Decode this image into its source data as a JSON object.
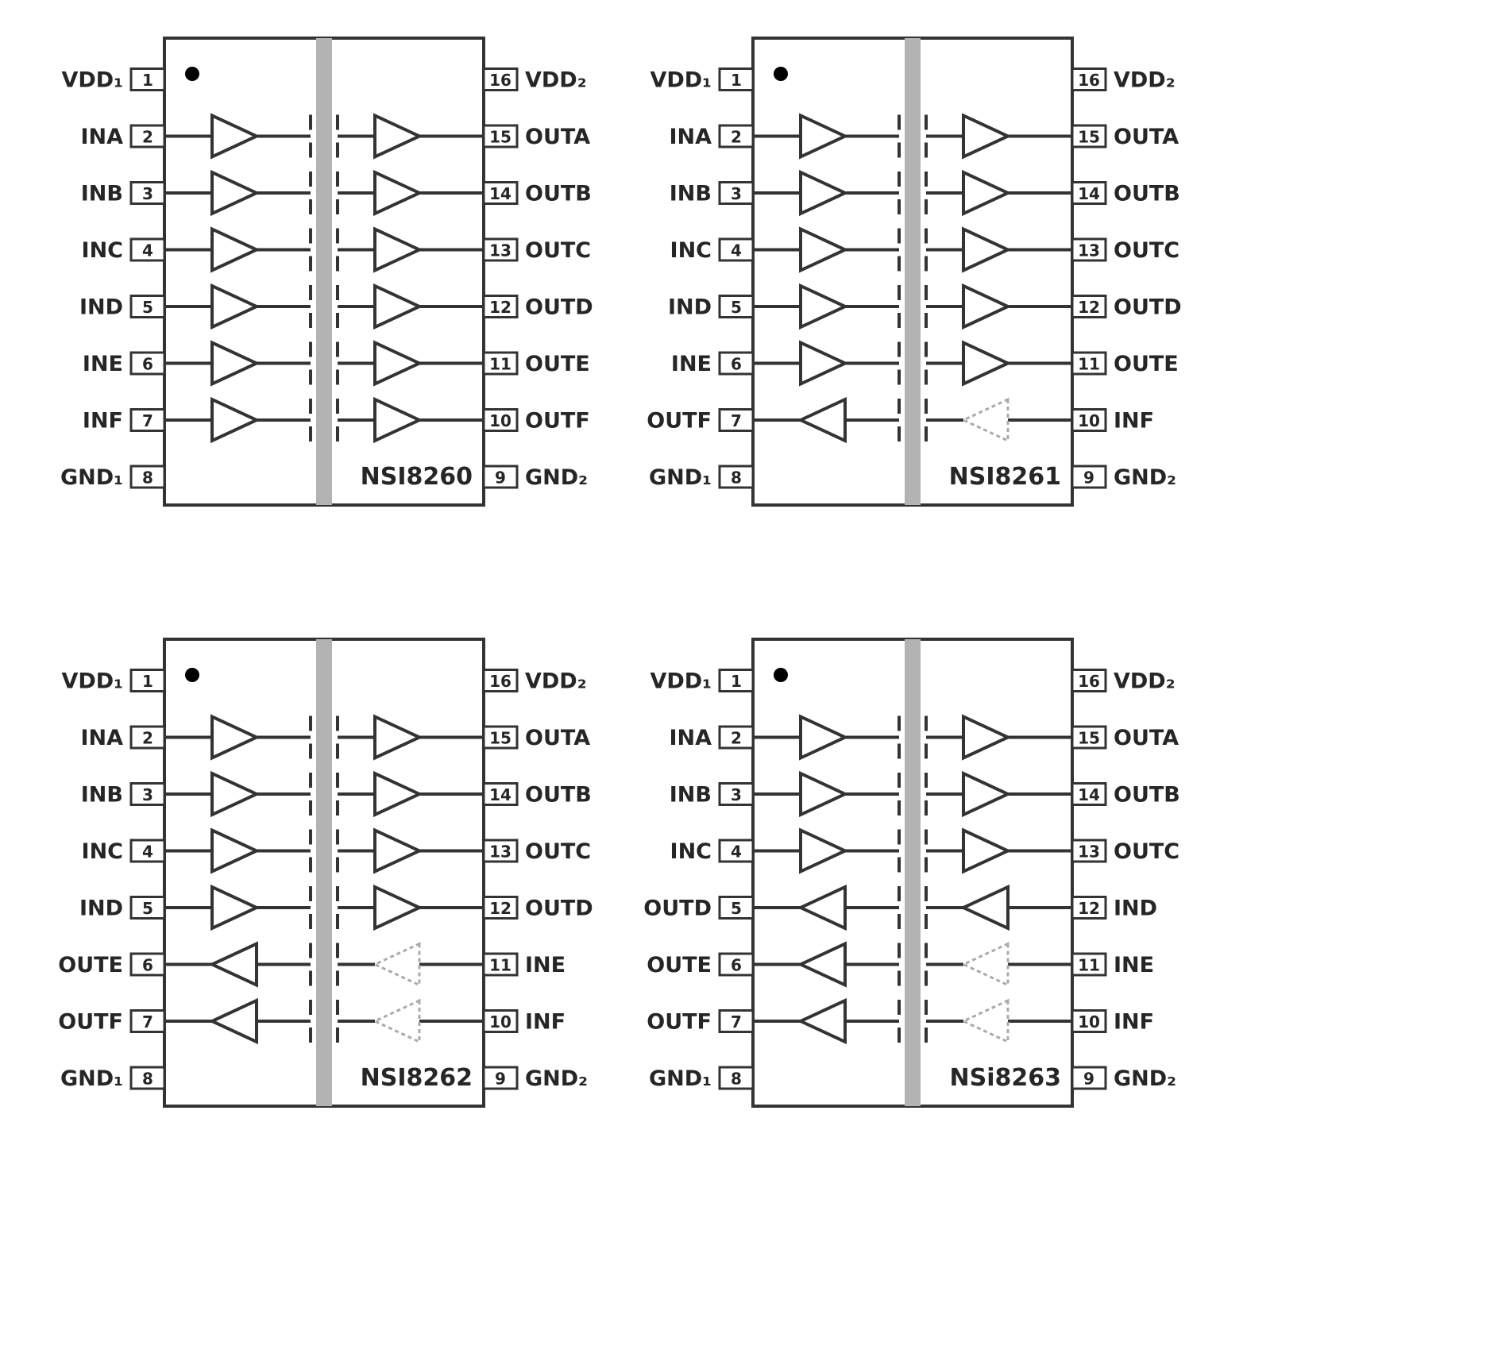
{
  "colors": {
    "background": "#ffffff",
    "outline": "#333333",
    "barrier_fill": "#b3b3b3",
    "text": "#262626",
    "pin1_dot": "#000000",
    "faint_buffer": "#ababab"
  },
  "chips": [
    {
      "name": "NSI8260",
      "left_pins": [
        {
          "num": "1",
          "label": "VDD₁",
          "type": "power"
        },
        {
          "num": "2",
          "label": "INA",
          "type": "channel"
        },
        {
          "num": "3",
          "label": "INB",
          "type": "channel"
        },
        {
          "num": "4",
          "label": "INC",
          "type": "channel"
        },
        {
          "num": "5",
          "label": "IND",
          "type": "channel"
        },
        {
          "num": "6",
          "label": "INE",
          "type": "channel"
        },
        {
          "num": "7",
          "label": "INF",
          "type": "channel"
        },
        {
          "num": "8",
          "label": "GND₁",
          "type": "power"
        }
      ],
      "right_pins": [
        {
          "num": "16",
          "label": "VDD₂",
          "type": "power"
        },
        {
          "num": "15",
          "label": "OUTA",
          "type": "channel"
        },
        {
          "num": "14",
          "label": "OUTB",
          "type": "channel"
        },
        {
          "num": "13",
          "label": "OUTC",
          "type": "channel"
        },
        {
          "num": "12",
          "label": "OUTD",
          "type": "channel"
        },
        {
          "num": "11",
          "label": "OUTE",
          "type": "channel"
        },
        {
          "num": "10",
          "label": "OUTF",
          "type": "channel"
        },
        {
          "num": "9",
          "label": "GND₂",
          "type": "power"
        }
      ],
      "channels": [
        {
          "dir": "right"
        },
        {
          "dir": "right"
        },
        {
          "dir": "right"
        },
        {
          "dir": "right"
        },
        {
          "dir": "right"
        },
        {
          "dir": "right"
        }
      ]
    },
    {
      "name": "NSI8261",
      "left_pins": [
        {
          "num": "1",
          "label": "VDD₁",
          "type": "power"
        },
        {
          "num": "2",
          "label": "INA",
          "type": "channel"
        },
        {
          "num": "3",
          "label": "INB",
          "type": "channel"
        },
        {
          "num": "4",
          "label": "INC",
          "type": "channel"
        },
        {
          "num": "5",
          "label": "IND",
          "type": "channel"
        },
        {
          "num": "6",
          "label": "INE",
          "type": "channel"
        },
        {
          "num": "7",
          "label": "OUTF",
          "type": "channel"
        },
        {
          "num": "8",
          "label": "GND₁",
          "type": "power"
        }
      ],
      "right_pins": [
        {
          "num": "16",
          "label": "VDD₂",
          "type": "power"
        },
        {
          "num": "15",
          "label": "OUTA",
          "type": "channel"
        },
        {
          "num": "14",
          "label": "OUTB",
          "type": "channel"
        },
        {
          "num": "13",
          "label": "OUTC",
          "type": "channel"
        },
        {
          "num": "12",
          "label": "OUTD",
          "type": "channel"
        },
        {
          "num": "11",
          "label": "OUTE",
          "type": "channel"
        },
        {
          "num": "10",
          "label": "INF",
          "type": "channel"
        },
        {
          "num": "9",
          "label": "GND₂",
          "type": "power"
        }
      ],
      "channels": [
        {
          "dir": "right"
        },
        {
          "dir": "right"
        },
        {
          "dir": "right"
        },
        {
          "dir": "right"
        },
        {
          "dir": "right"
        },
        {
          "dir": "left",
          "faint_right": true
        }
      ]
    },
    {
      "name": "NSI8262",
      "left_pins": [
        {
          "num": "1",
          "label": "VDD₁",
          "type": "power"
        },
        {
          "num": "2",
          "label": "INA",
          "type": "channel"
        },
        {
          "num": "3",
          "label": "INB",
          "type": "channel"
        },
        {
          "num": "4",
          "label": "INC",
          "type": "channel"
        },
        {
          "num": "5",
          "label": "IND",
          "type": "channel"
        },
        {
          "num": "6",
          "label": "OUTE",
          "type": "channel"
        },
        {
          "num": "7",
          "label": "OUTF",
          "type": "channel"
        },
        {
          "num": "8",
          "label": "GND₁",
          "type": "power"
        }
      ],
      "right_pins": [
        {
          "num": "16",
          "label": "VDD₂",
          "type": "power"
        },
        {
          "num": "15",
          "label": "OUTA",
          "type": "channel"
        },
        {
          "num": "14",
          "label": "OUTB",
          "type": "channel"
        },
        {
          "num": "13",
          "label": "OUTC",
          "type": "channel"
        },
        {
          "num": "12",
          "label": "OUTD",
          "type": "channel"
        },
        {
          "num": "11",
          "label": "INE",
          "type": "channel"
        },
        {
          "num": "10",
          "label": "INF",
          "type": "channel"
        },
        {
          "num": "9",
          "label": "GND₂",
          "type": "power"
        }
      ],
      "channels": [
        {
          "dir": "right"
        },
        {
          "dir": "right"
        },
        {
          "dir": "right"
        },
        {
          "dir": "right"
        },
        {
          "dir": "left",
          "faint_right": true
        },
        {
          "dir": "left",
          "faint_right": true
        }
      ]
    },
    {
      "name": "NSi8263",
      "left_pins": [
        {
          "num": "1",
          "label": "VDD₁",
          "type": "power"
        },
        {
          "num": "2",
          "label": "INA",
          "type": "channel"
        },
        {
          "num": "3",
          "label": "INB",
          "type": "channel"
        },
        {
          "num": "4",
          "label": "INC",
          "type": "channel"
        },
        {
          "num": "5",
          "label": "OUTD",
          "type": "channel"
        },
        {
          "num": "6",
          "label": "OUTE",
          "type": "channel"
        },
        {
          "num": "7",
          "label": "OUTF",
          "type": "channel"
        },
        {
          "num": "8",
          "label": "GND₁",
          "type": "power"
        }
      ],
      "right_pins": [
        {
          "num": "16",
          "label": "VDD₂",
          "type": "power"
        },
        {
          "num": "15",
          "label": "OUTA",
          "type": "channel"
        },
        {
          "num": "14",
          "label": "OUTB",
          "type": "channel"
        },
        {
          "num": "13",
          "label": "OUTC",
          "type": "channel"
        },
        {
          "num": "12",
          "label": "IND",
          "type": "channel"
        },
        {
          "num": "11",
          "label": "INE",
          "type": "channel"
        },
        {
          "num": "10",
          "label": "INF",
          "type": "channel"
        },
        {
          "num": "9",
          "label": "GND₂",
          "type": "power"
        }
      ],
      "channels": [
        {
          "dir": "right"
        },
        {
          "dir": "right"
        },
        {
          "dir": "right"
        },
        {
          "dir": "left"
        },
        {
          "dir": "left",
          "faint_right": true
        },
        {
          "dir": "left",
          "faint_right": true
        }
      ]
    }
  ]
}
